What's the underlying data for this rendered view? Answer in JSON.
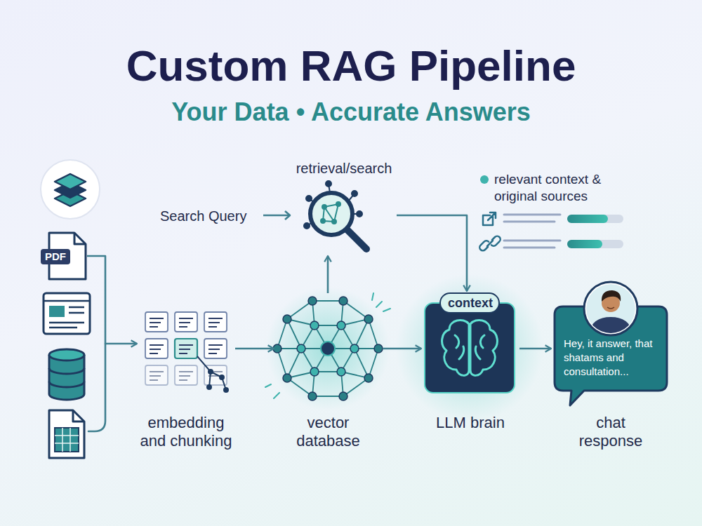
{
  "diagram": {
    "title": "Custom RAG Pipeline",
    "nodes": [
      {
        "text": [
          "PDF"
        ]
      },
      {
        "text": [
          "embedding and chunking"
        ]
      },
      {
        "text": [
          "vector database"
        ]
      },
      {
        "text": [
          "retrieval/search"
        ]
      },
      {
        "text": [
          "context",
          "LLM brain"
        ]
      },
      {
        "text": [
          "Hey, it answer, that shatams and consultation...",
          "chat response"
        ]
      }
    ],
    "edges": [
      {
        "from": 0,
        "to": 1,
        "arrow": "to"
      },
      {
        "from": 1,
        "to": 2,
        "arrow": "to"
      },
      {
        "from": 2,
        "to": 3,
        "arrow": "to"
      },
      {
        "from": 3,
        "to": 4,
        "arrow": "to"
      },
      {
        "from": 2,
        "to": 4,
        "arrow": "to"
      },
      {
        "from": 4,
        "to": 5,
        "arrow": "to"
      }
    ],
    "labels": [
      "Your Data • Accurate Answers",
      "Search Query",
      "relevant context & original sources"
    ]
  }
}
